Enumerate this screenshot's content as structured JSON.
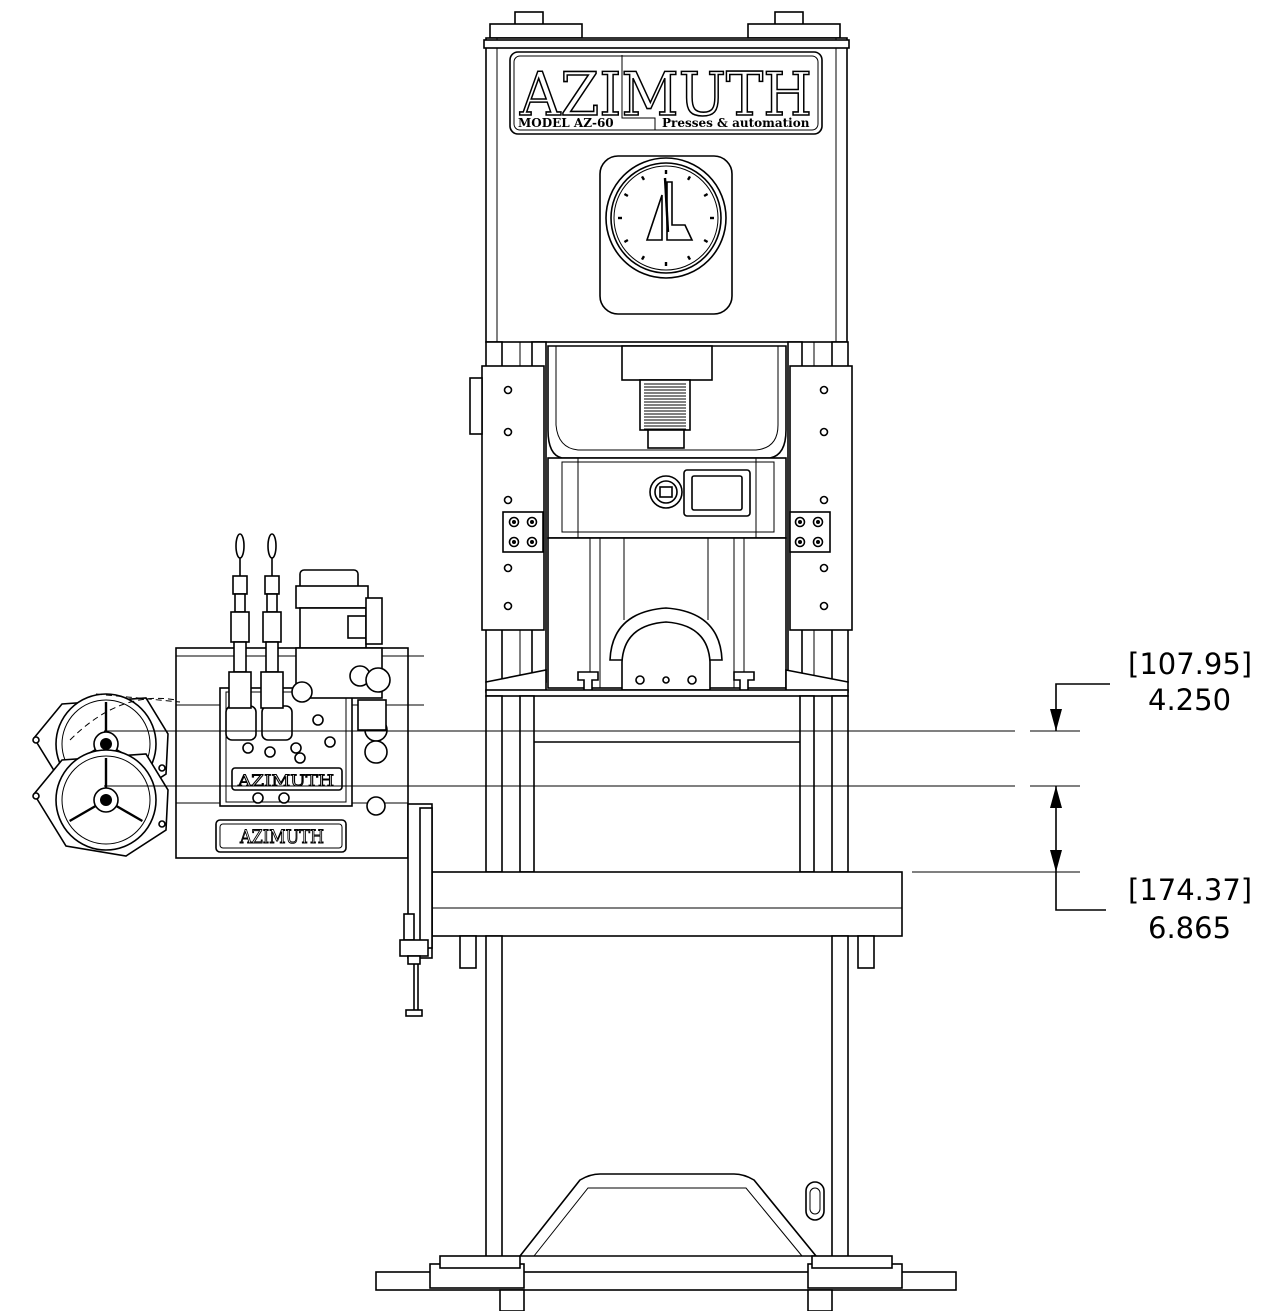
{
  "logo": {
    "brand": "AZIMUTH",
    "model": "MODEL AZ-60",
    "tagline": "Presses & automation"
  },
  "feeder_logo": {
    "brand": "AZIMUTH"
  },
  "dimensions": {
    "upper": {
      "metric": "[107.95]",
      "imperial": "4.250"
    },
    "lower": {
      "metric": "[174.37]",
      "imperial": "6.865"
    }
  }
}
